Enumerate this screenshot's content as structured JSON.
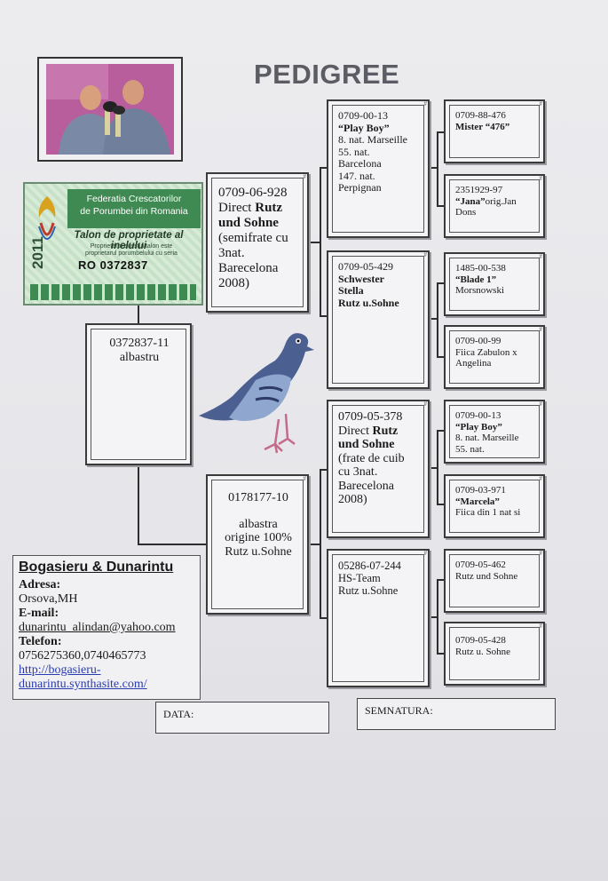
{
  "title": "PEDIGREE",
  "ring_card": {
    "header_line1": "Federatia Crescatorilor",
    "header_line2": "de Porumbei din Romania",
    "subtitle": "Talon de proprietate al inelului",
    "small_line1": "Proprietarul acestui talon este",
    "small_line2": "proprietarul porumbelului cu seria",
    "year": "2011",
    "ring_number": "RO  0372837"
  },
  "subject": {
    "ring": "0372837-11",
    "color": "albastru"
  },
  "sire": {
    "ring": "0709-06-928",
    "line2": "Direct ",
    "line2_bold": "Rutz",
    "line3": "und Sohne",
    "line4": "(semifrate cu",
    "line5": "3nat.",
    "line6": "Barecelona",
    "line7": "2008)"
  },
  "dam": {
    "ring": "0178177-10",
    "line2": "albastra",
    "line3": "origine 100%",
    "line4": "Rutz u.Sohne"
  },
  "gen2": [
    {
      "ring": "0709-00-13",
      "name": "“Play Boy”",
      "l1": "8. nat. Marseille",
      "l2": "55. nat.",
      "l3": "Barcelona",
      "l4": "147. nat.",
      "l5": "Perpignan"
    },
    {
      "ring": "0709-05-429",
      "name1": "Schwester",
      "name2": "Stella",
      "name3": "Rutz u.Sohne"
    },
    {
      "ring": "0709-05-378",
      "l1": "Direct ",
      "l1_bold": "Rutz",
      "l2": "und Sohne",
      "l3": "(frate de cuib",
      "l4": "cu 3nat.",
      "l5": "Barecelona",
      "l6": "2008)"
    },
    {
      "ring": "05286-07-244",
      "l1": "HS-Team",
      "l2": "Rutz u.Sohne"
    }
  ],
  "gen3": [
    {
      "ring": "0709-88-476",
      "name": "Mister “476”"
    },
    {
      "ring": "2351929-97",
      "name": "“Jana”",
      "name_rest": "orig.Jan",
      "l2": "Dons"
    },
    {
      "ring": "1485-00-538",
      "name": "“Blade 1”",
      "l2": "Morsnowski"
    },
    {
      "ring": "0709-00-99",
      "l1": "Fiica Zabulon x",
      "l2": "Angelina"
    },
    {
      "ring": "0709-00-13",
      "name": "“Play Boy”",
      "l2": "8. nat. Marseille",
      "l3": "55. nat."
    },
    {
      "ring": "0709-03-971",
      "name": "“Marcela”",
      "l2": "Fiica din 1 nat si"
    },
    {
      "ring": "0709-05-462",
      "l1": "Rutz und Sohne"
    },
    {
      "ring": "0709-05-428",
      "l1": "Rutz u. Sohne"
    }
  ],
  "contact": {
    "name": "Bogasieru & Dunarintu",
    "address_label": "Adresa:",
    "address": "Orsova,MH",
    "email_label": "E-mail:",
    "email": "dunarintu_alindan@yahoo.com",
    "phone_label": "Telefon:",
    "phone": "0756275360,0740465773",
    "url_line1": "http://bogasieru-",
    "url_line2": "dunarintu.synthasite.com/"
  },
  "data_label": "DATA:",
  "signature_label": "SEMNATURA:",
  "colors": {
    "card_green": "#3f8a52",
    "photo_bg": "#b25c9a",
    "link": "#2a3bb0",
    "title_gray": "#5c5c64"
  }
}
